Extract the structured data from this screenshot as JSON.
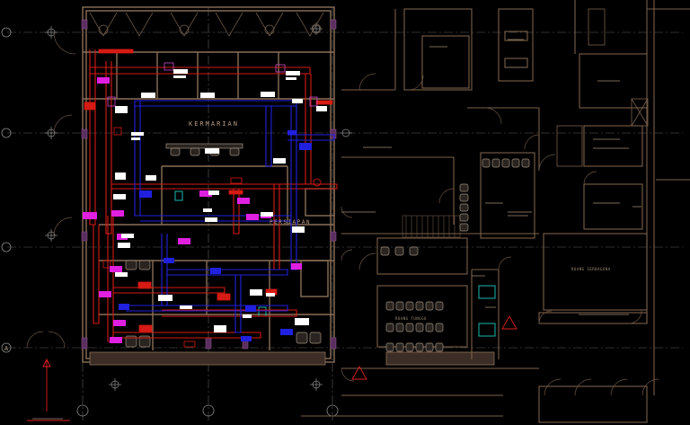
{
  "drawing": {
    "background": "#000000",
    "colors": {
      "wall": "#8a6f58",
      "wall_dim": "#5a4636",
      "grid": "#6a6a6a",
      "supply_duct": "#e0201a",
      "return_duct": "#1a1ae0",
      "exhaust_duct": "#ff2aff",
      "tag_white": "#ffffff",
      "equipment_cyan": "#18b8b0",
      "hatch": "#4a3a30",
      "fixture": "#a09080",
      "warning": "#e02020"
    },
    "column_bubbles": [
      {
        "id": "col-bubble-1"
      },
      {
        "id": "col-bubble-2"
      },
      {
        "id": "col-bubble-3"
      }
    ],
    "row_bubbles": [
      {
        "id": "row-bubble-a",
        "label": "A"
      }
    ],
    "room_labels": [
      "KERMARIAN",
      "PERSIAPAN",
      "RUANG TUNGGU",
      "RUANG SERBAGUNA"
    ]
  }
}
